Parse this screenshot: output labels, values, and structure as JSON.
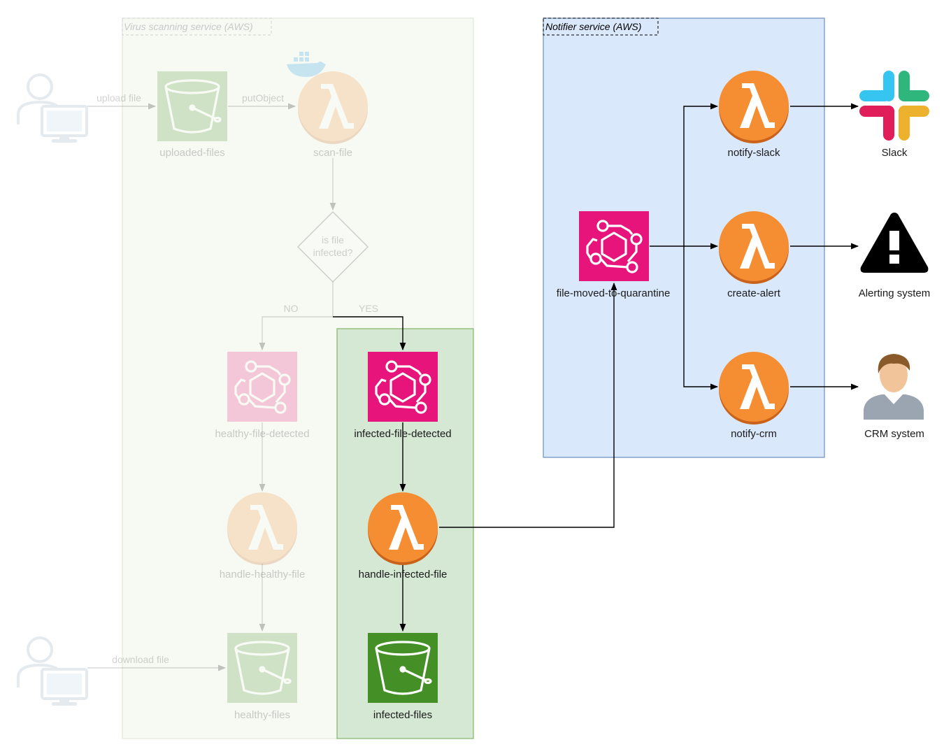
{
  "virus_group": {
    "title": "Virus scanning service (AWS)"
  },
  "notifier_group": {
    "title": "Notifier service (AWS)"
  },
  "edges": {
    "upload": "upload file",
    "put_object": "putObject",
    "no": "NO",
    "yes": "YES",
    "download": "download file"
  },
  "nodes": {
    "uploaded_files": "uploaded-files",
    "scan_file": "scan-file",
    "decision": [
      "is file",
      "infected?"
    ],
    "healthy_detected": "healthy-file-detected",
    "infected_detected": "infected-file-detected",
    "handle_healthy": "handle-healthy-file",
    "handle_infected": "handle-infected-file",
    "healthy_files": "healthy-files",
    "infected_files": "infected-files",
    "quarantine": "file-moved-to-quarantine",
    "notify_slack": "notify-slack",
    "create_alert": "create-alert",
    "notify_crm": "notify-crm",
    "slack": "Slack",
    "alerting": "Alerting system",
    "crm": "CRM system"
  },
  "icons": {
    "lambda": "lambda-icon",
    "s3": "s3-bucket-icon",
    "eventbridge": "eventbridge-icon",
    "user": "user-computer-icon",
    "slack": "slack-logo-icon",
    "alert": "warning-icon",
    "crm": "person-icon",
    "docker": "docker-whale-icon"
  },
  "colors": {
    "lambda_orange": "#F78E2F",
    "eventbridge_pink": "#E7157B",
    "s3_green": "#3F8624",
    "virus_group_fill": "#EEF5EA",
    "infected_highlight": "#D5E8D4",
    "infected_border": "#82B366",
    "notifier_fill": "#DAE8FC",
    "notifier_border": "#6C8EBF"
  }
}
